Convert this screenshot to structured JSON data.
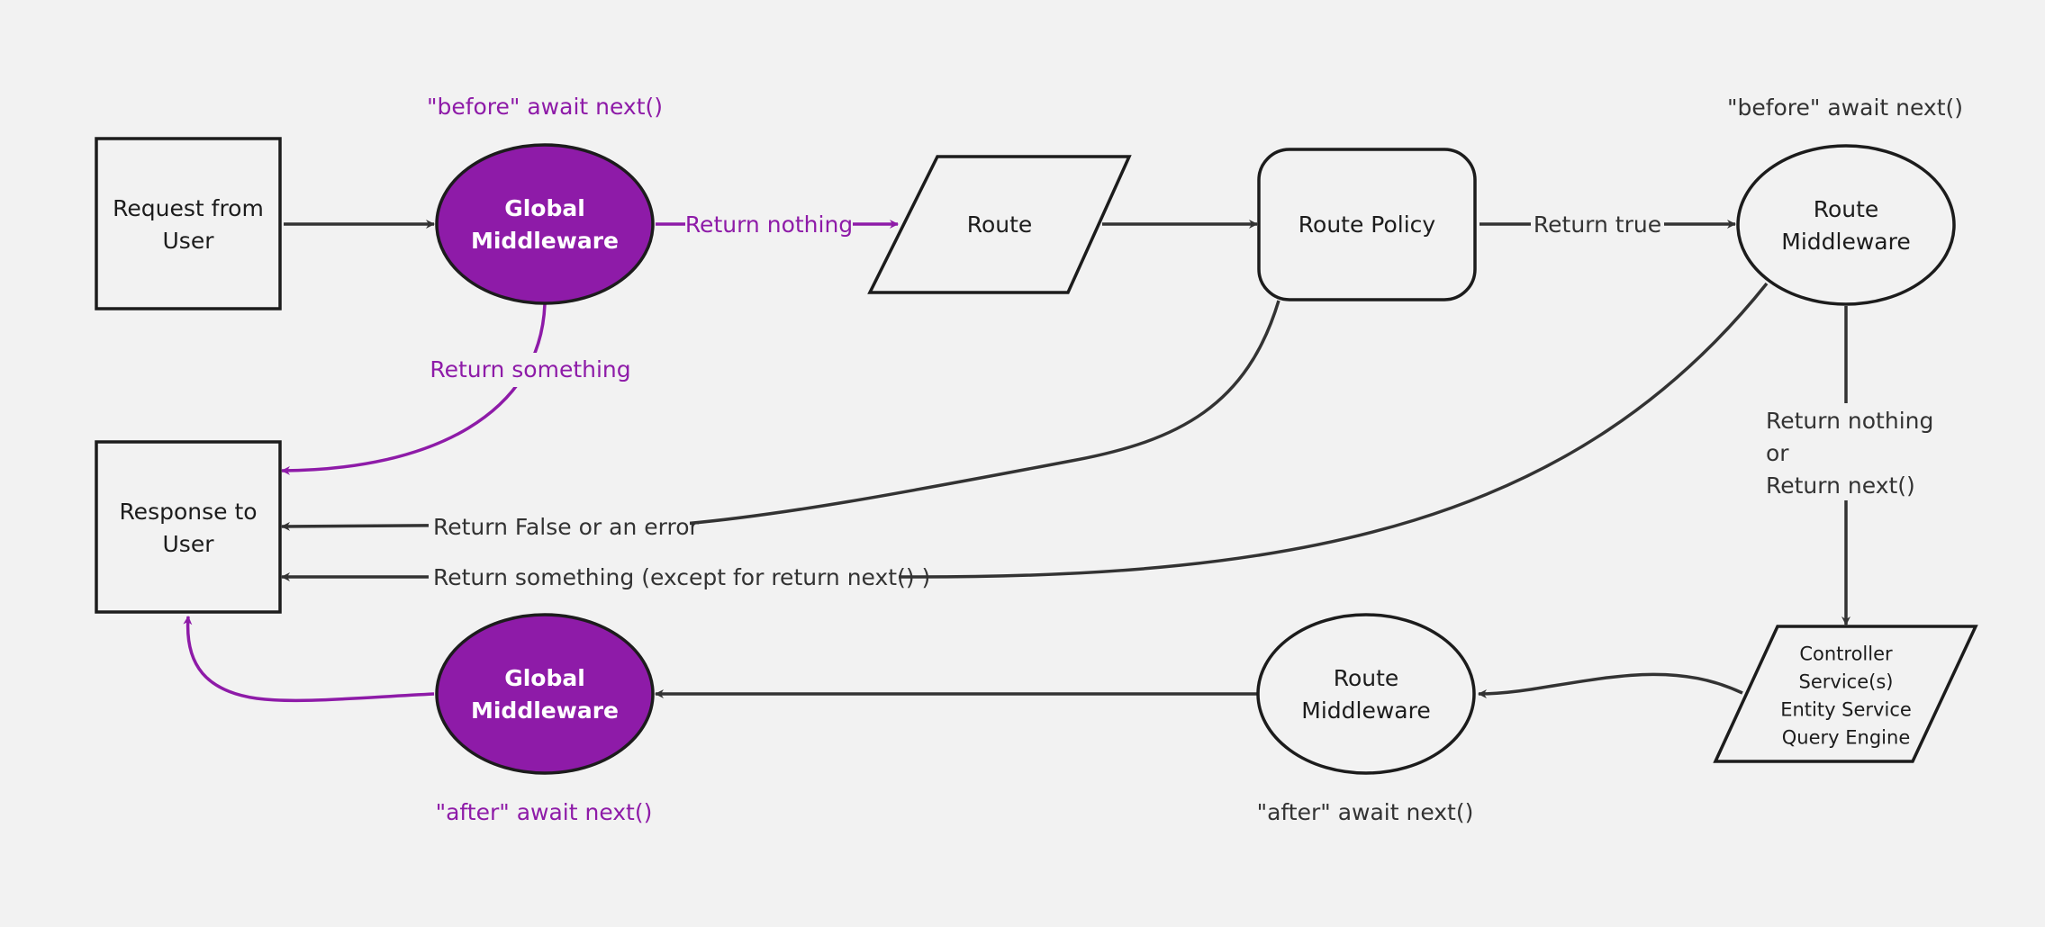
{
  "colors": {
    "background": "#f2f2f2",
    "stroke": "#1c1c1c",
    "arrow": "#333333",
    "accent": "#8e1ba8",
    "node_fill": "#f2f2f2"
  },
  "nodes": {
    "request": "Request from\nUser",
    "response": "Response to\nUser",
    "global_middleware_before": "Global\nMiddleware",
    "global_middleware_after": "Global\nMiddleware",
    "route": "Route",
    "route_policy": "Route Policy",
    "route_middleware_before": "Route\nMiddleware",
    "route_middleware_after": "Route\nMiddleware",
    "controller": "Controller\nService(s)\nEntity Service\nQuery Engine"
  },
  "annotations": {
    "global_before": "\"before\" await next()",
    "route_before": "\"before\" await next()",
    "global_after": "\"after\" await next()",
    "route_after": "\"after\" await next()"
  },
  "edge_labels": {
    "return_nothing": "Return nothing",
    "return_something": "Return something",
    "return_true": "Return true",
    "return_false_or_error": "Return False or an error",
    "return_something_except": "Return something (except for return next() )",
    "return_nothing_or_next": "Return nothing\nor\nReturn next()"
  }
}
